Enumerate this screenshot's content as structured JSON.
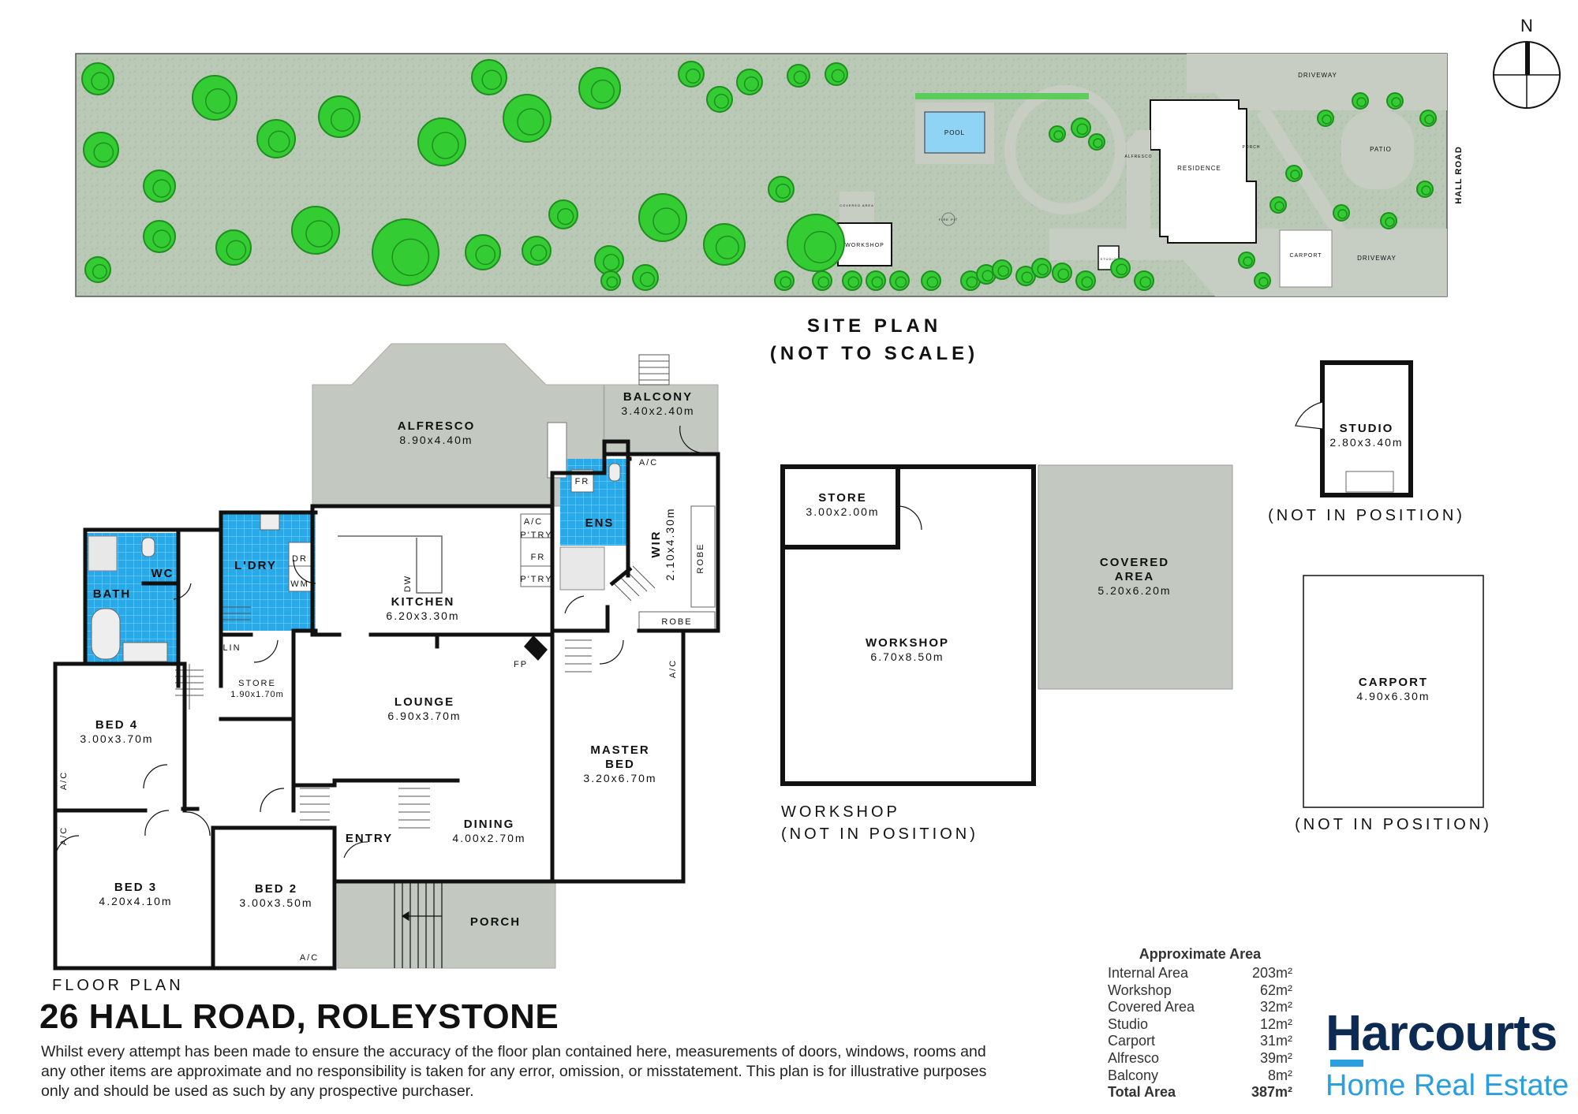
{
  "site_plan": {
    "title": "SITE PLAN",
    "subtitle": "(NOT TO SCALE)",
    "north": "N",
    "road": "HALL ROAD",
    "labels": {
      "pool": "POOL",
      "residence": "RESIDENCE",
      "alfresco": "ALFRESCO",
      "porch": "PORCH",
      "workshop": "WORKSHOP",
      "covered": "COVERED AREA",
      "studio": "STUDIO",
      "carport": "CARPORT",
      "driveway_top": "DRIVEWAY",
      "driveway_bottom": "DRIVEWAY",
      "patio": "PATIO",
      "fire_pit": "FIRE PIT"
    }
  },
  "floor_plan": {
    "caption": "FLOOR PLAN",
    "rooms": {
      "alfresco": {
        "name": "ALFRESCO",
        "dim": "8.90x4.40m"
      },
      "balcony": {
        "name": "BALCONY",
        "dim": "3.40x2.40m"
      },
      "fr1": "FR",
      "ac_top": "A/C",
      "ens": "ENS",
      "wir": {
        "name": "WIR",
        "dim": "2.10x4.30m"
      },
      "robe_v": "ROBE",
      "robe_h": "ROBE",
      "ac_kitchen": "A/C",
      "ptry1": "P'TRY",
      "fr2": "FR",
      "ptry2": "P'TRY",
      "bath": "BATH",
      "wc": "WC",
      "ldry": "L'DRY",
      "dr": "DR",
      "wm": "WM",
      "dw": "DW",
      "kitchen": {
        "name": "KITCHEN",
        "dim": "6.20x3.30m"
      },
      "lin": "LIN",
      "store": {
        "name": "STORE",
        "dim": "1.90x1.70m"
      },
      "fp": "FP",
      "lounge": {
        "name": "LOUNGE",
        "dim": "6.90x3.70m"
      },
      "bed4": {
        "name": "BED 4",
        "dim": "3.00x3.70m"
      },
      "ac_bed4": "A/C",
      "master": {
        "name1": "MASTER",
        "name2": "BED",
        "dim": "3.20x6.70m"
      },
      "ac_master": "A/C",
      "ac_bed3": "A/C",
      "entry": "ENTRY",
      "dining": {
        "name": "DINING",
        "dim": "4.00x2.70m"
      },
      "bed3": {
        "name": "BED 3",
        "dim": "4.20x4.10m"
      },
      "bed2": {
        "name": "BED 2",
        "dim": "3.00x3.50m"
      },
      "ac_bed2": "A/C",
      "porch": "PORCH"
    }
  },
  "outbuildings": {
    "store": {
      "name": "STORE",
      "dim": "3.00x2.00m"
    },
    "workshop": {
      "name": "WORKSHOP",
      "dim": "6.70x8.50m"
    },
    "workshop_caption1": "WORKSHOP",
    "workshop_caption2": "(NOT IN POSITION)",
    "covered": {
      "name1": "COVERED",
      "name2": "AREA",
      "dim": "5.20x6.20m"
    },
    "studio": {
      "name": "STUDIO",
      "dim": "2.80x3.40m"
    },
    "studio_caption": "(NOT IN POSITION)",
    "carport": {
      "name": "CARPORT",
      "dim": "4.90x6.30m"
    },
    "carport_caption": "(NOT IN POSITION)"
  },
  "title": "26 HALL ROAD, ROLEYSTONE",
  "disclaimer": "Whilst every attempt has been made to ensure the accuracy of the floor plan contained here, measurements of doors, windows, rooms and any other items are approximate and no responsibility is taken for any error, omission, or misstatement. This plan is for illustrative purposes only and should be used as such by any prospective purchaser.",
  "areas": {
    "heading": "Approximate Area",
    "rows": [
      {
        "label": "Internal Area",
        "value": "203m²"
      },
      {
        "label": "Workshop",
        "value": "62m²"
      },
      {
        "label": "Covered Area",
        "value": "32m²"
      },
      {
        "label": "Studio",
        "value": "12m²"
      },
      {
        "label": "Carport",
        "value": "31m²"
      },
      {
        "label": "Alfresco",
        "value": "39m²"
      },
      {
        "label": "Balcony",
        "value": "8m²"
      }
    ],
    "total_label": "Total Area",
    "total_value": "387m²"
  },
  "brand": {
    "name": "Harcourts",
    "sub": "Home Real Estate"
  },
  "colors": {
    "lawn": "#b9c9b6",
    "tree": "#33cc33",
    "tile": "#2aa9e8",
    "paving": "#c8cdc4",
    "wall": "#111111"
  }
}
